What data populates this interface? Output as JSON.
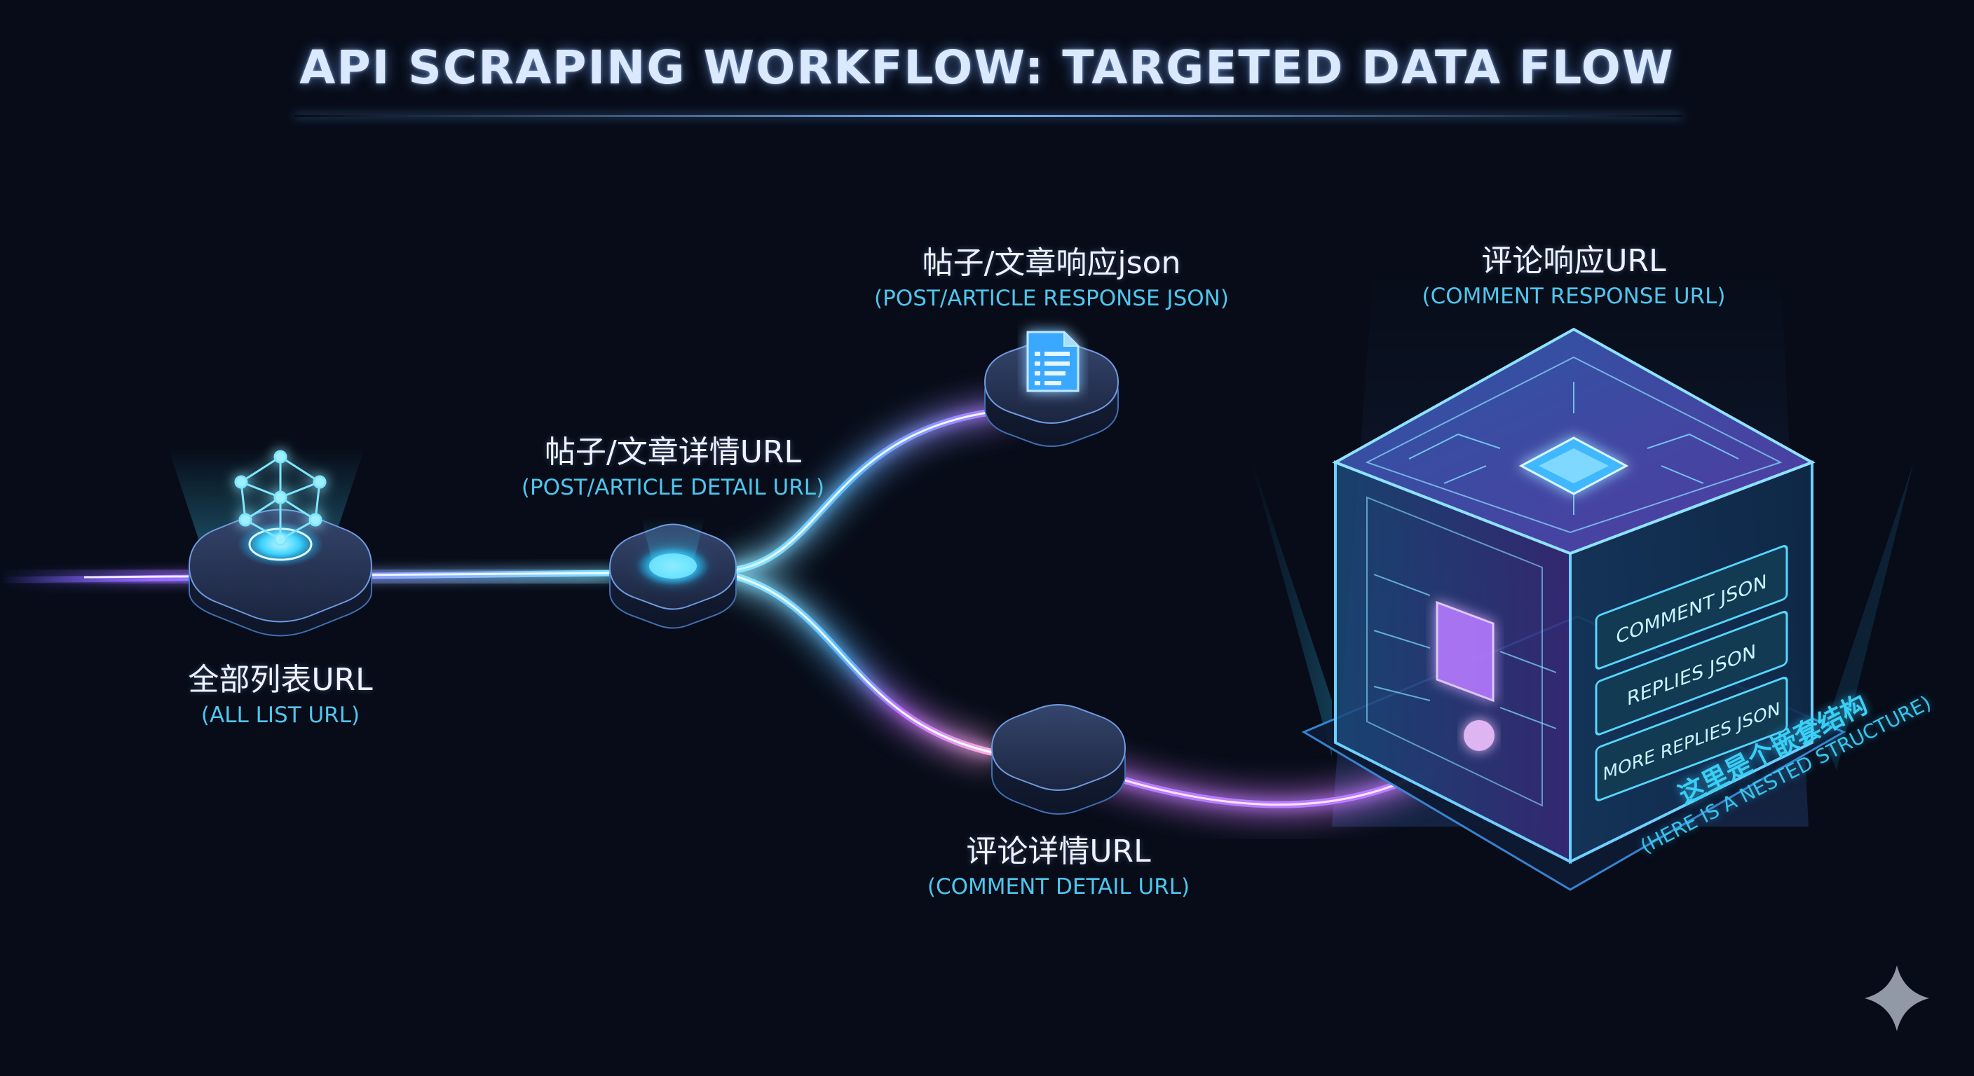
{
  "title": "API SCRAPING WORKFLOW: TARGETED DATA FLOW",
  "nodes": {
    "all_list": {
      "label_zh": "全部列表URL",
      "label_en": "(ALL LIST URL)"
    },
    "post_detail": {
      "label_zh": "帖子/文章详情URL",
      "label_en": "(POST/ARTICLE DETAIL URL)"
    },
    "post_response": {
      "label_zh": "帖子/文章响应json",
      "label_en": "(POST/ARTICLE RESPONSE JSON)"
    },
    "comment_detail": {
      "label_zh": "评论详情URL",
      "label_en": "(COMMENT DETAIL URL)"
    },
    "comment_response": {
      "label_zh": "评论响应URL",
      "label_en": "(COMMENT RESPONSE URL)"
    }
  },
  "cube_panels": [
    "COMMENT JSON",
    "REPLIES JSON",
    "MORE REPLIES JSON"
  ],
  "nested_note": {
    "zh": "这里是个嵌套结构",
    "en": "(HERE IS A NESTED STRUCTURE)"
  },
  "icons": {
    "all_list": "network-graph-icon",
    "post_detail": "glowing-disc-icon",
    "post_response": "document-icon",
    "comment_detail": "blank-tile-icon",
    "comment_response": "data-cube-icon",
    "watermark": "sparkle-icon"
  },
  "colors": {
    "background": "#070c18",
    "beam_cyan": "#3fd2ff",
    "beam_violet": "#b06bff",
    "label_en": "#4fc6ee",
    "label_zh": "#eef3ff"
  }
}
